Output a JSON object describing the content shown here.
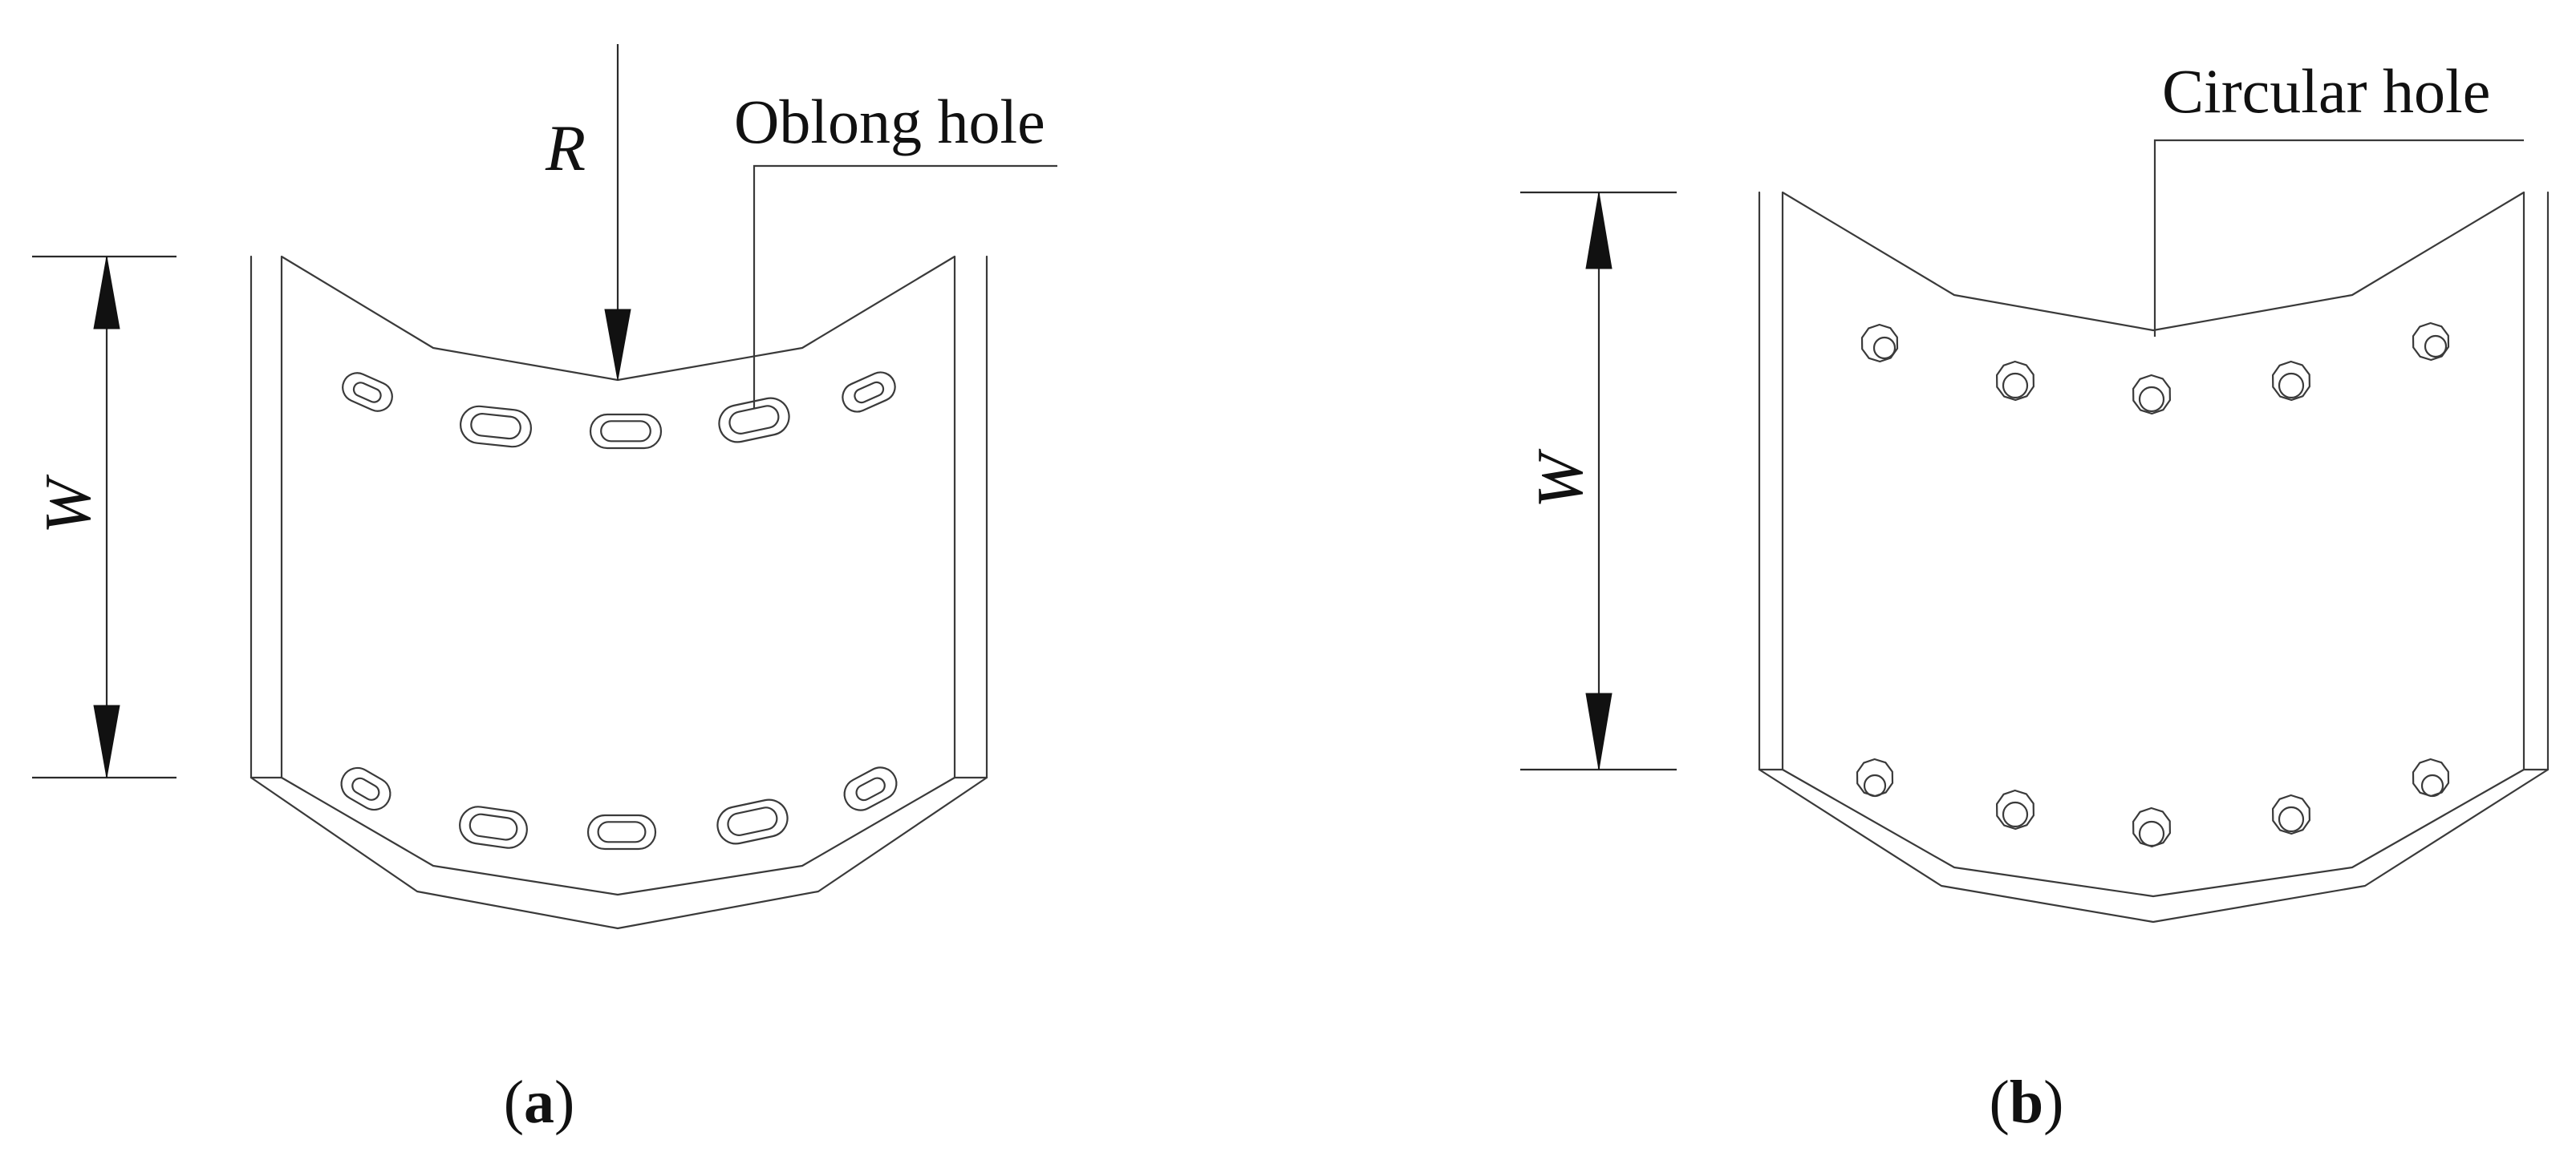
{
  "panel_a": {
    "caption_open": "(",
    "caption_letter": "a",
    "caption_close": ")",
    "width_symbol": "W",
    "radius_symbol": "R",
    "hole_label": "Oblong hole"
  },
  "panel_b": {
    "caption_open": "(",
    "caption_letter": "b",
    "caption_close": ")",
    "width_symbol": "W",
    "hole_label": "Circular hole"
  }
}
